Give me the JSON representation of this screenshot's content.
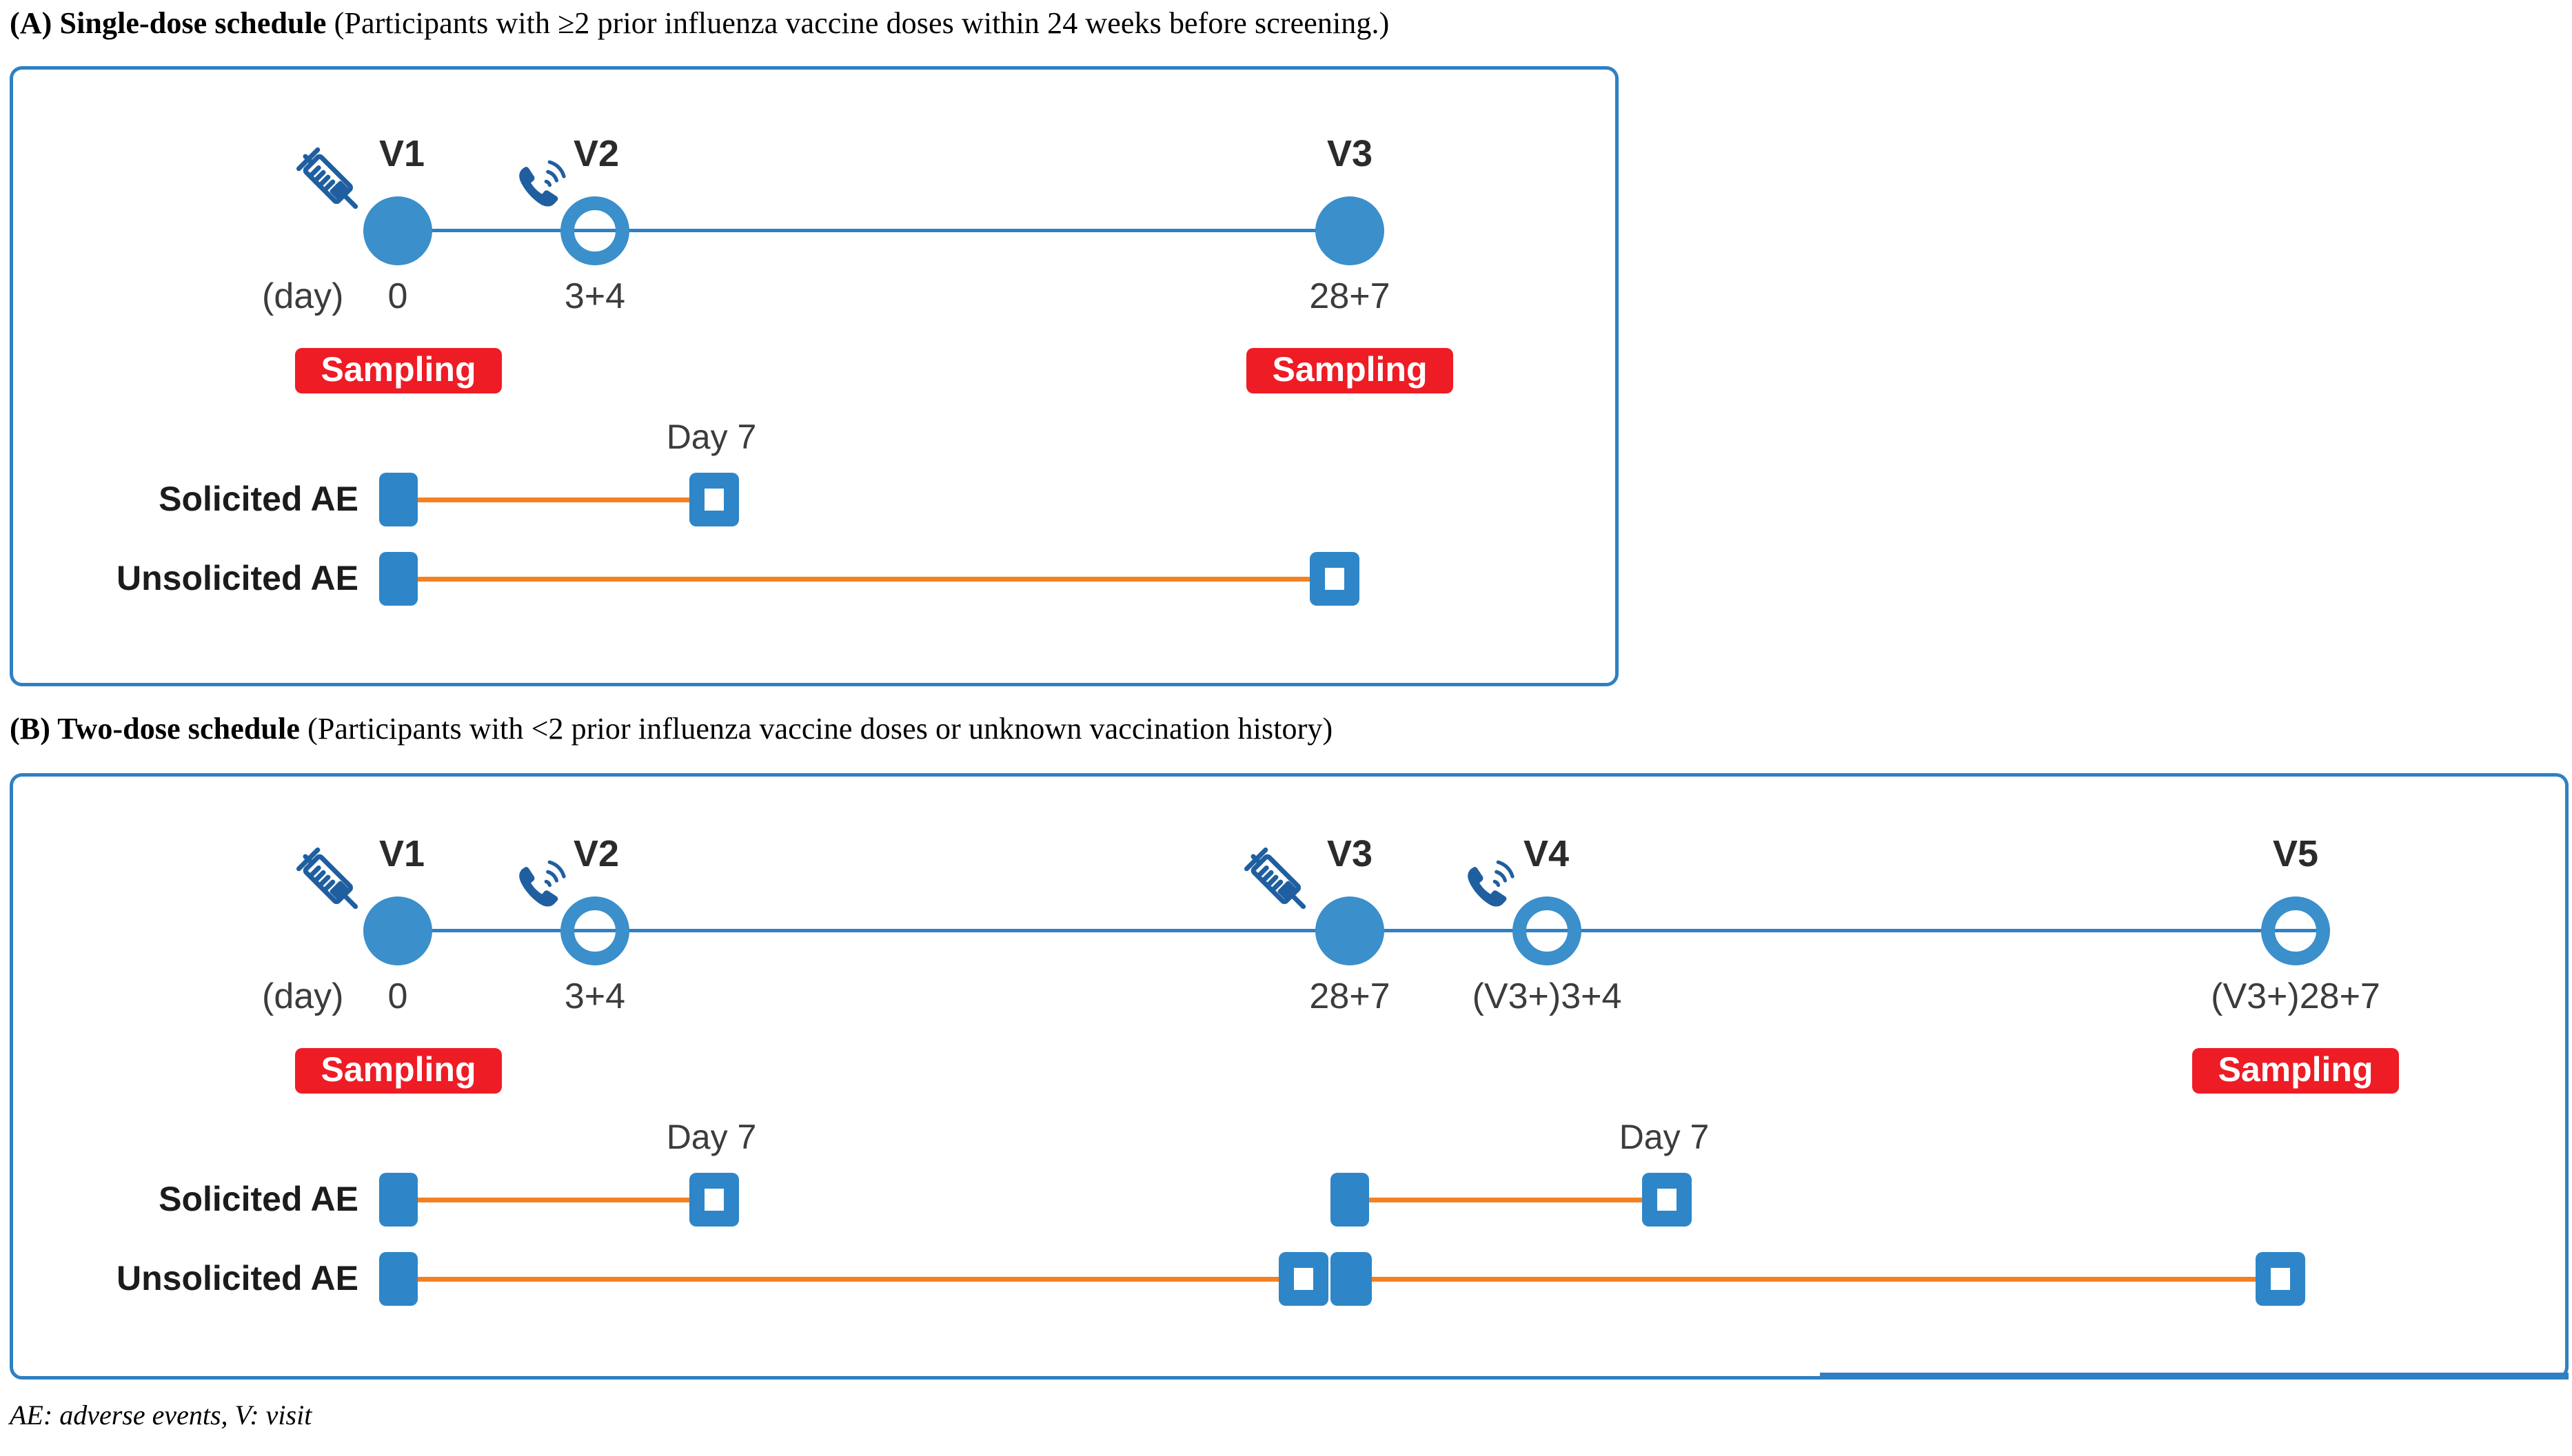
{
  "figure": {
    "footnote": "AE: adverse events, V: visit"
  },
  "panels": [
    {
      "id": "panel-a",
      "letter": "(A)",
      "title": "Single-dose schedule",
      "subtitle": "(Participants with ≥2 prior influenza vaccine doses within 24 weeks before screening.)",
      "day_caption": "(day)",
      "visits": [
        {
          "label": "V1",
          "day": "0",
          "marker": "filled",
          "icon": "syringe-icon"
        },
        {
          "label": "V2",
          "day": "3+4",
          "marker": "hollow",
          "icon": "phone-icon"
        },
        {
          "label": "V3",
          "day": "28+7",
          "marker": "filled",
          "icon": "none"
        }
      ],
      "sampling": [
        {
          "at": "V1",
          "label": "Sampling"
        },
        {
          "at": "V3",
          "label": "Sampling"
        }
      ],
      "ae_rows": [
        {
          "label": "Solicited AE",
          "segments": [
            {
              "end_label": "Day 7",
              "from": "V1",
              "to": "Day 7"
            }
          ]
        },
        {
          "label": "Unsolicited AE",
          "segments": [
            {
              "end_label": "",
              "from": "V1",
              "to": "V3"
            }
          ]
        }
      ]
    },
    {
      "id": "panel-b",
      "letter": "(B)",
      "title": "Two-dose schedule",
      "subtitle": "(Participants with <2 prior influenza vaccine doses or unknown vaccination history)",
      "day_caption": "(day)",
      "visits": [
        {
          "label": "V1",
          "day": "0",
          "marker": "filled",
          "icon": "syringe-icon"
        },
        {
          "label": "V2",
          "day": "3+4",
          "marker": "hollow",
          "icon": "phone-icon"
        },
        {
          "label": "V3",
          "day": "28+7",
          "marker": "filled",
          "icon": "syringe-icon"
        },
        {
          "label": "V4",
          "day": "(V3+)3+4",
          "marker": "hollow",
          "icon": "phone-icon"
        },
        {
          "label": "V5",
          "day": "(V3+)28+7",
          "marker": "hollow",
          "icon": "none"
        }
      ],
      "sampling": [
        {
          "at": "V1",
          "label": "Sampling"
        },
        {
          "at": "V5",
          "label": "Sampling"
        }
      ],
      "ae_rows": [
        {
          "label": "Solicited AE",
          "segments": [
            {
              "end_label": "Day 7",
              "from": "V1",
              "to": "Day 7"
            },
            {
              "end_label": "Day 7",
              "from": "V3",
              "to": "Day 7"
            }
          ]
        },
        {
          "label": "Unsolicited AE",
          "segments": [
            {
              "end_label": "",
              "from": "V1",
              "to": "V3"
            },
            {
              "end_label": "",
              "from": "V3",
              "to": "V5"
            }
          ]
        }
      ]
    }
  ],
  "colors": {
    "panel_border": "#2E80C2",
    "timeline": "#2E80C2",
    "node": "#3B8FCB",
    "icon": "#1F5FA0",
    "sampling_badge": "#EE1C25",
    "sampling_text": "#FFFFFF",
    "ae_line": "#F4801F",
    "ae_marker": "#2E86C8",
    "text": "#2B2B2B"
  }
}
